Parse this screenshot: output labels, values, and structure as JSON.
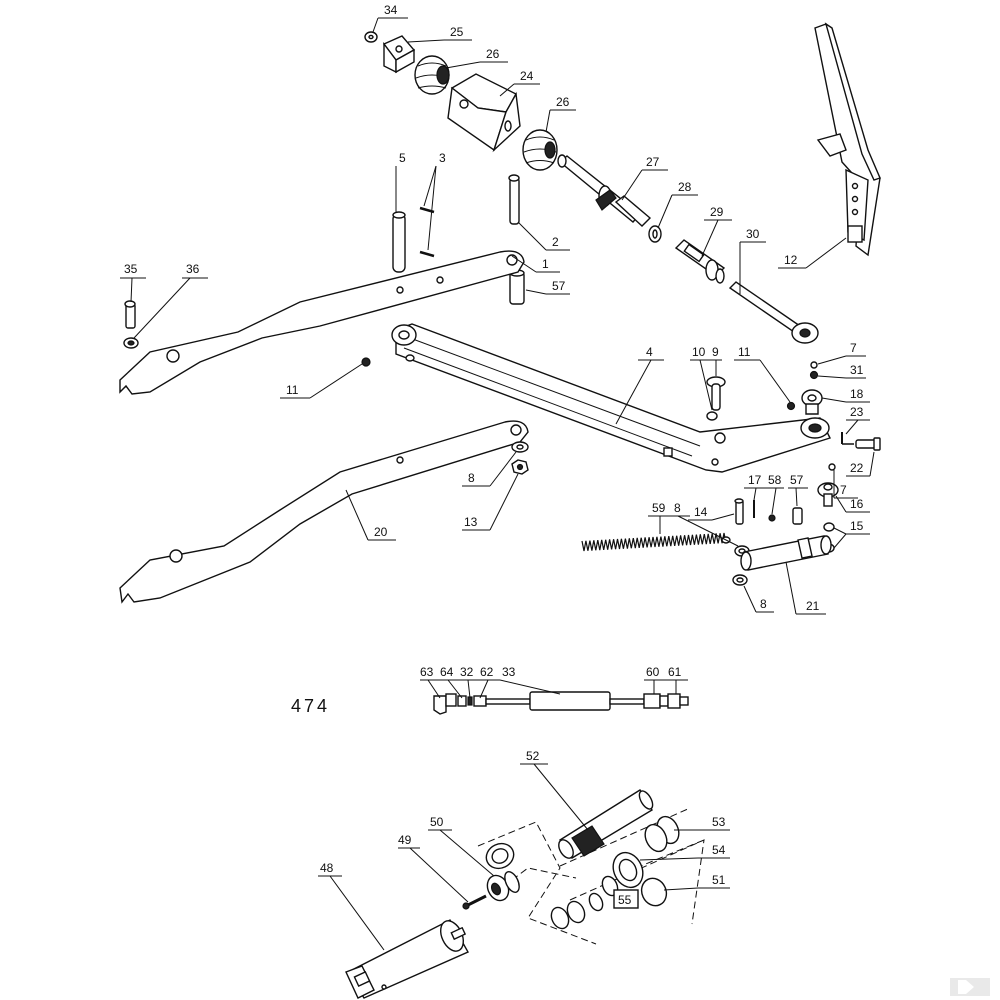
{
  "figure_number": "474",
  "callouts": {
    "c1": "1",
    "c2": "2",
    "c3": "3",
    "c4": "4",
    "c5": "5",
    "c7a": "7",
    "c7b": "7",
    "c8a": "8",
    "c8b": "8",
    "c8c": "8",
    "c9": "9",
    "c10": "10",
    "c11a": "11",
    "c11b": "11",
    "c12": "12",
    "c13": "13",
    "c14": "14",
    "c15": "15",
    "c16": "16",
    "c17": "17",
    "c18": "18",
    "c20": "20",
    "c21": "21",
    "c22": "22",
    "c23": "23",
    "c24": "24",
    "c25": "25",
    "c26a": "26",
    "c26b": "26",
    "c27": "27",
    "c28": "28",
    "c29": "29",
    "c30": "30",
    "c31": "31",
    "c32": "32",
    "c33": "33",
    "c34": "34",
    "c35": "35",
    "c36": "36",
    "c48": "48",
    "c49": "49",
    "c50": "50",
    "c51": "51",
    "c52": "52",
    "c53": "53",
    "c54": "54",
    "c55": "55",
    "c57a": "57",
    "c57b": "57",
    "c58": "58",
    "c59": "59",
    "c60": "60",
    "c61": "61",
    "c62": "62",
    "c63": "63",
    "c64": "64"
  }
}
